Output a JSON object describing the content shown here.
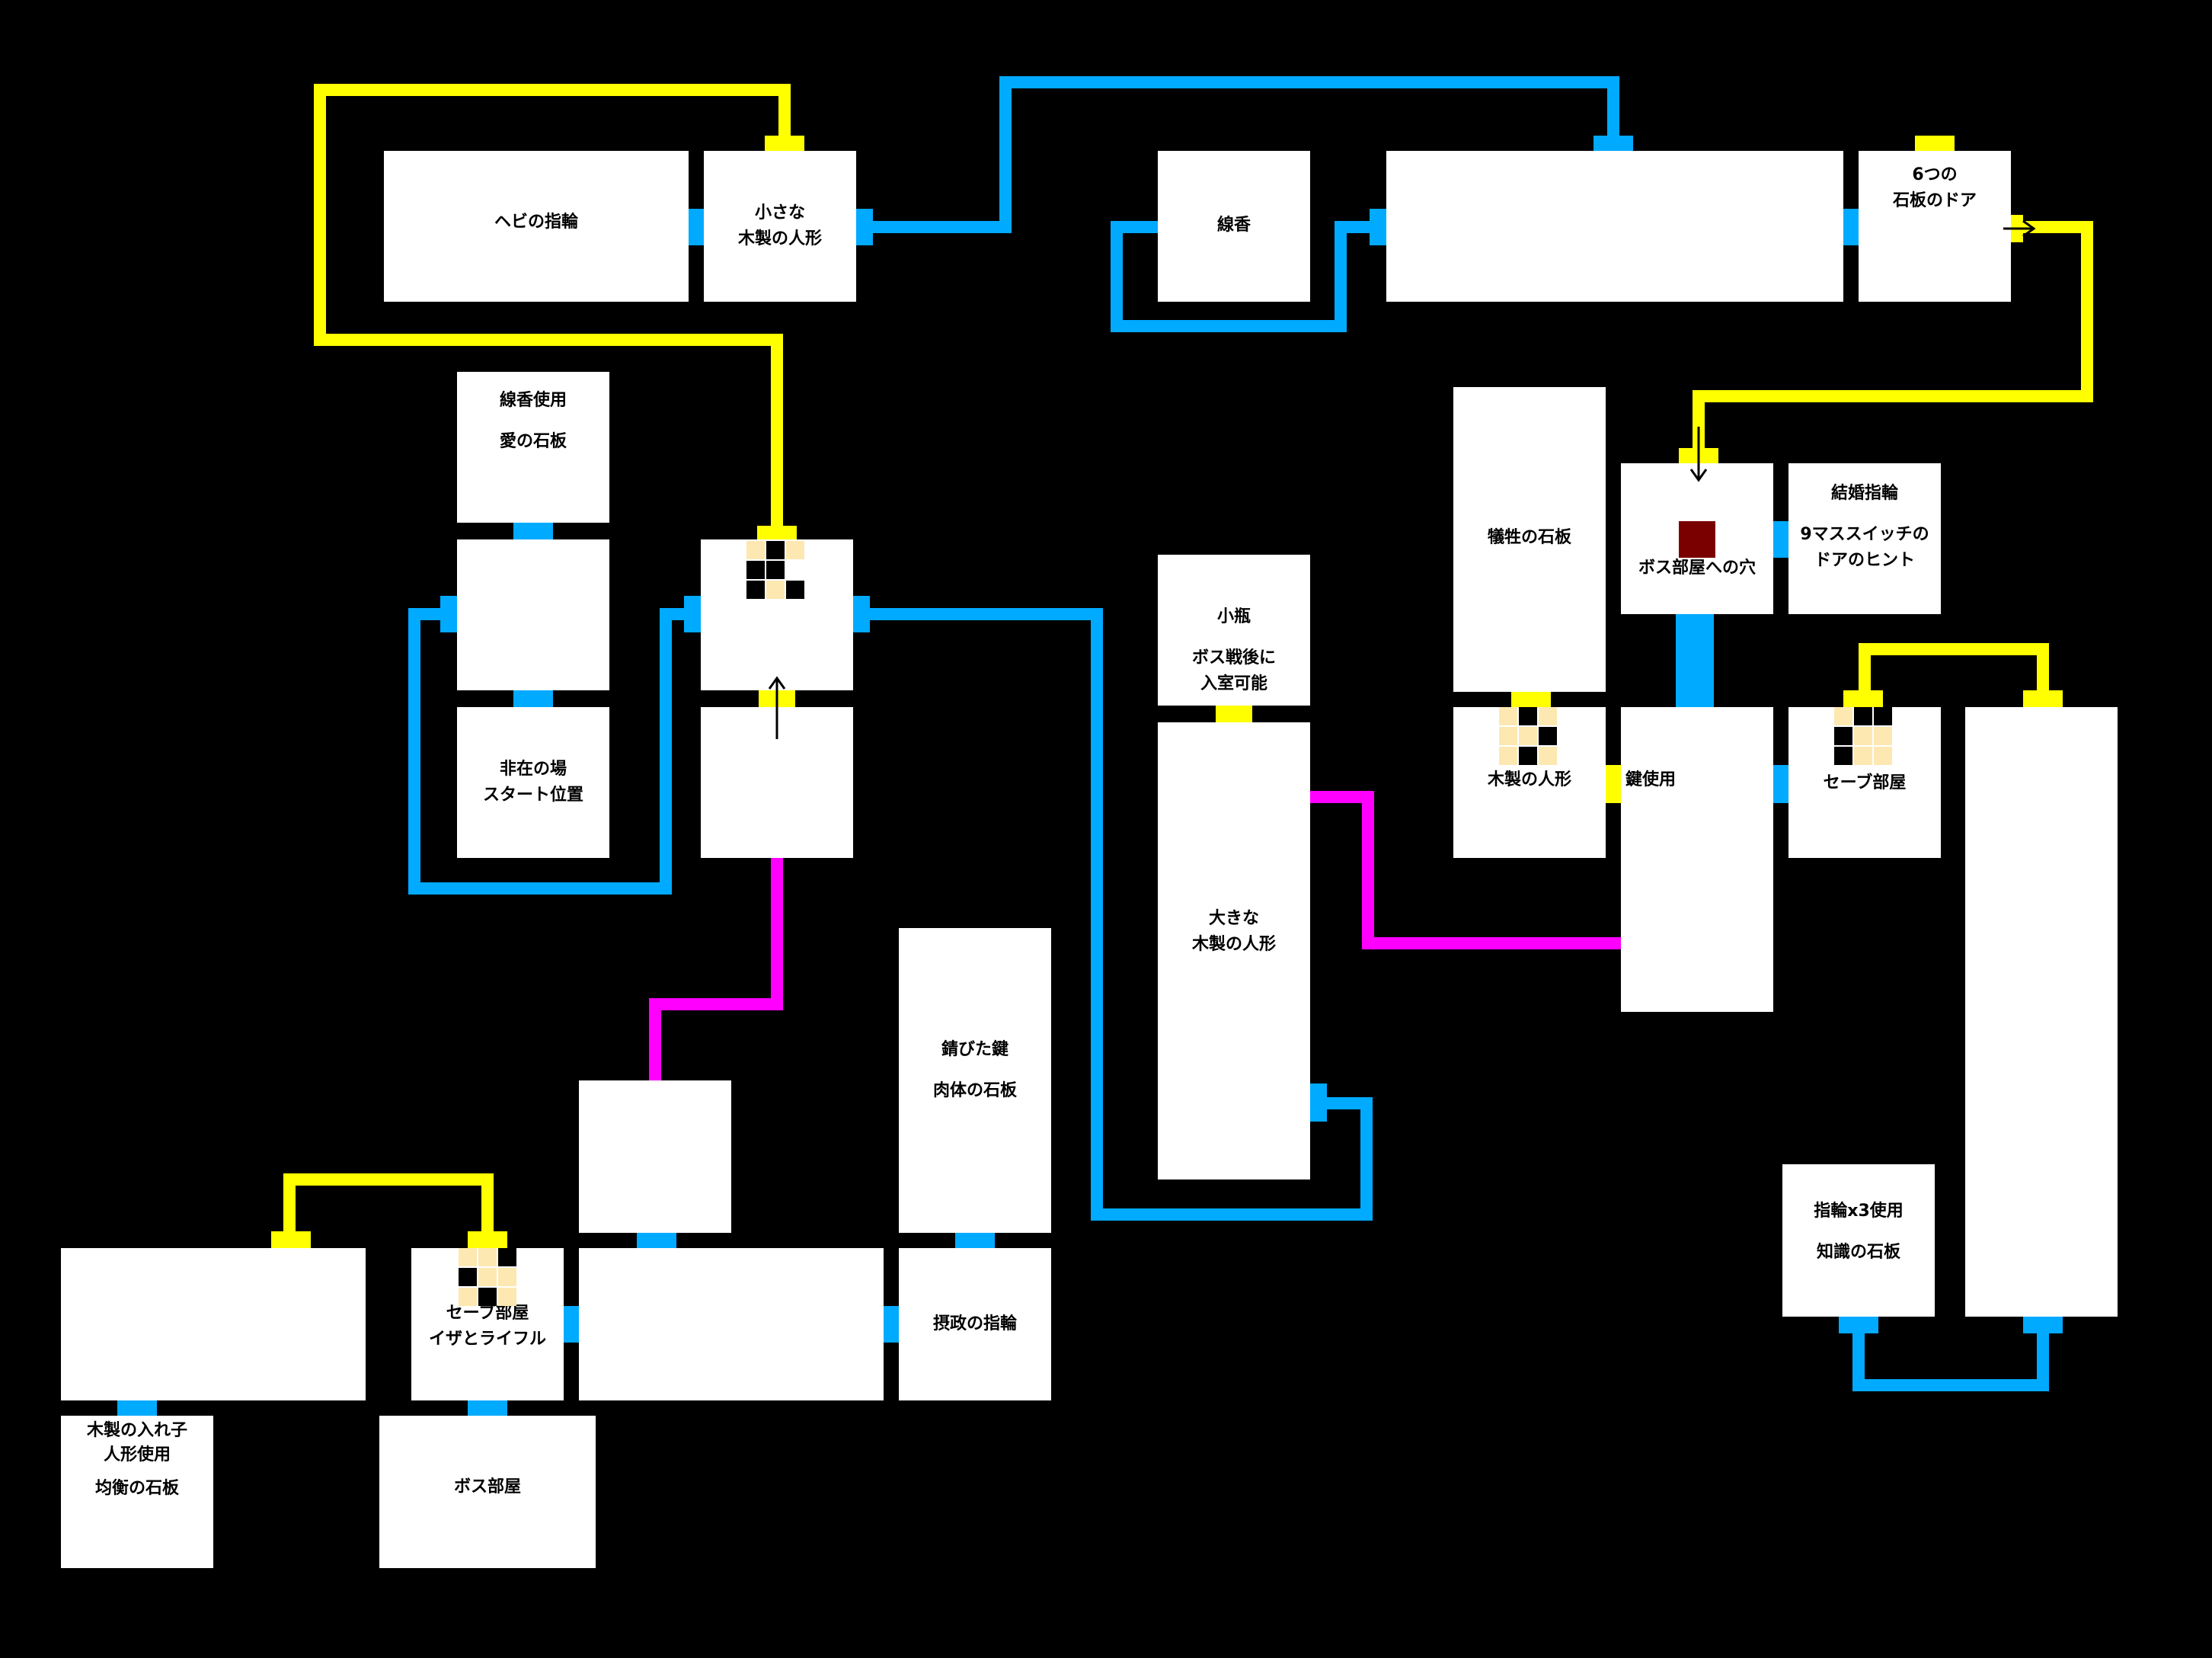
{
  "colors": {
    "background": "#000000",
    "room": "#ffffff",
    "text": "#000000",
    "yellow_route": "#ffff00",
    "blue_route": "#00aaff",
    "magenta_route": "#ff00ff",
    "boss_hole": "#7a0000",
    "puzzle_light": "#fce8b0",
    "puzzle_dark": "#000000"
  },
  "rooms": [
    {
      "id": "snake-ring",
      "lines": [
        "ヘビの指輪"
      ]
    },
    {
      "id": "small-doll",
      "lines": [
        "小さな",
        "木製の人形"
      ]
    },
    {
      "id": "incense",
      "lines": [
        "線香"
      ]
    },
    {
      "id": "long-top",
      "lines": []
    },
    {
      "id": "six-tablet-door",
      "lines": [
        "6つの",
        "石板のドア"
      ]
    },
    {
      "id": "incense-use",
      "lines": [
        "線香使用",
        "愛の石板"
      ]
    },
    {
      "id": "mid-left",
      "lines": []
    },
    {
      "id": "absence",
      "lines": [
        "非在の場",
        "スタート位置"
      ]
    },
    {
      "id": "puzzle-center",
      "lines": []
    },
    {
      "id": "magenta-top",
      "lines": []
    },
    {
      "id": "vial",
      "lines": [
        "小瓶",
        "ボス戦後に",
        "入室可能"
      ]
    },
    {
      "id": "large-doll",
      "lines": [
        "大きな",
        "木製の人形"
      ]
    },
    {
      "id": "sacrifice",
      "lines": [
        "犠牲の石板"
      ]
    },
    {
      "id": "wooden-doll",
      "lines": [
        "木製の人形"
      ]
    },
    {
      "id": "boss-hole",
      "lines": [
        "ボス部屋への穴"
      ]
    },
    {
      "id": "marriage",
      "lines": [
        "結婚指輪",
        "9マススイッチの",
        "ドアのヒント"
      ]
    },
    {
      "id": "key-use",
      "lines": [
        "鍵使用"
      ]
    },
    {
      "id": "save-right",
      "lines": [
        "セーブ部屋"
      ]
    },
    {
      "id": "tall-right",
      "lines": []
    },
    {
      "id": "ring3",
      "lines": [
        "指輪x3使用",
        "知識の石板"
      ]
    },
    {
      "id": "rusty-key",
      "lines": [
        "錆びた鍵",
        "肉体の石板"
      ]
    },
    {
      "id": "magenta-bottom",
      "lines": []
    },
    {
      "id": "bottom-left",
      "lines": []
    },
    {
      "id": "save-bottom",
      "lines": [
        "セーブ部屋",
        "イザとライフル"
      ]
    },
    {
      "id": "bottom-mid",
      "lines": []
    },
    {
      "id": "regent-ring",
      "lines": [
        "摂政の指輪"
      ]
    },
    {
      "id": "nested-doll",
      "lines": [
        "木製の入れ子",
        "人形使用",
        "均衡の石板"
      ]
    },
    {
      "id": "boss-room",
      "lines": [
        "ボス部屋"
      ]
    }
  ],
  "routes": [
    {
      "color": "yellow",
      "id": "yellow-snake-loop"
    },
    {
      "color": "yellow",
      "id": "yellow-six-door"
    },
    {
      "color": "yellow",
      "id": "yellow-right-save"
    },
    {
      "color": "yellow",
      "id": "yellow-bottom-left"
    },
    {
      "color": "blue",
      "id": "blue-top"
    },
    {
      "color": "blue",
      "id": "blue-incense"
    },
    {
      "color": "blue",
      "id": "blue-left-loop"
    },
    {
      "color": "blue",
      "id": "blue-center-loop"
    },
    {
      "color": "blue",
      "id": "blue-bottom-right"
    },
    {
      "color": "magenta",
      "id": "magenta-center"
    },
    {
      "color": "magenta",
      "id": "magenta-right"
    }
  ],
  "puzzles": {
    "puzzle-center": [
      [
        1,
        2,
        1
      ],
      [
        2,
        2,
        0
      ],
      [
        2,
        1,
        2
      ]
    ],
    "wooden-doll": [
      [
        1,
        2,
        1
      ],
      [
        1,
        1,
        2
      ],
      [
        1,
        2,
        1
      ]
    ],
    "save-right": [
      [
        1,
        2,
        2
      ],
      [
        2,
        1,
        1
      ],
      [
        2,
        1,
        1
      ]
    ],
    "save-bottom": [
      [
        1,
        1,
        2
      ],
      [
        2,
        1,
        1
      ],
      [
        1,
        2,
        1
      ]
    ]
  },
  "boss_hole_marker": "dark-red-square"
}
